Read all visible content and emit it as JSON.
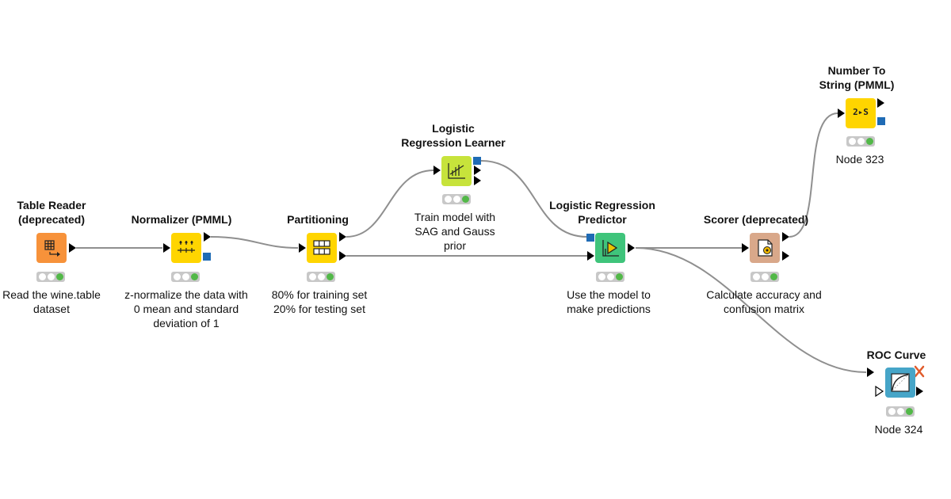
{
  "nodes": {
    "table_reader": {
      "title": "Table Reader\n(deprecated)",
      "description": "Read the wine.table\ndataset",
      "color": "#f7923a",
      "icon": "table-grid-icon"
    },
    "normalizer": {
      "title": "Normalizer (PMML)",
      "description": "z-normalize the data with\n0 mean and standard\ndeviation of 1",
      "color": "#ffd500",
      "icon": "normalize-icon"
    },
    "partitioning": {
      "title": "Partitioning",
      "description": "80% for training set\n20% for testing set",
      "color": "#ffd500",
      "icon": "partition-icon"
    },
    "lr_learner": {
      "title": "Logistic\nRegression Learner",
      "description": "Train model with\nSAG and Gauss\nprior",
      "color": "#c7e33b",
      "icon": "learner-icon"
    },
    "lr_predictor": {
      "title": "Logistic Regression\nPredictor",
      "description": "Use the model to\nmake predictions",
      "color": "#3fc47b",
      "icon": "predictor-icon"
    },
    "scorer": {
      "title": "Scorer (deprecated)",
      "description": "Calculate accuracy and\nconfusion matrix",
      "color": "#d9a88a",
      "icon": "scorer-icon"
    },
    "number_to_string": {
      "title": "Number To\nString (PMML)",
      "description": "Node 323",
      "color": "#ffd500",
      "icon": "number-to-string-icon",
      "icon_text": "2▸S"
    },
    "roc_curve": {
      "title": "ROC Curve",
      "description": "Node 324",
      "color": "#46a5c8",
      "icon": "roc-curve-icon"
    }
  },
  "colors": {
    "connection": "#8f8f8f",
    "port_data": "#000000",
    "port_model": "#1f6bb5",
    "status_on": "#52b848",
    "status_off": "#ffffff",
    "error_cross": "#e05a2a"
  }
}
